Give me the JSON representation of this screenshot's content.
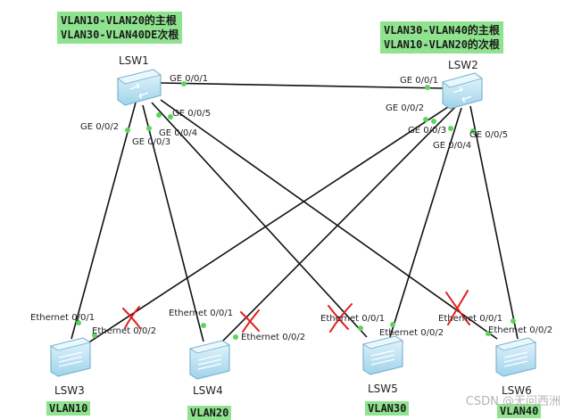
{
  "notes": {
    "lsw1_line1": "VLAN10-VLAN20的主根",
    "lsw1_line2": "VLAN30-VLAN40DE次根",
    "lsw2_line1": "VLAN30-VLAN40的主根",
    "lsw2_line2": "VLAN10-VLAN20的次根"
  },
  "core_switches": [
    {
      "name": "LSW1"
    },
    {
      "name": "LSW2"
    }
  ],
  "access_switches": [
    {
      "name": "LSW3",
      "vlan": "VLAN10"
    },
    {
      "name": "LSW4",
      "vlan": "VLAN20"
    },
    {
      "name": "LSW5",
      "vlan": "VLAN30"
    },
    {
      "name": "LSW6",
      "vlan": "VLAN40"
    }
  ],
  "ports": {
    "lsw1_ge1": "GE 0/0/1",
    "lsw1_ge2": "GE 0/0/2",
    "lsw1_ge3": "GE 0/0/3",
    "lsw1_ge4": "GE 0/0/4",
    "lsw1_ge5": "GE 0/0/5",
    "lsw2_ge1": "GE 0/0/1",
    "lsw2_ge2": "GE 0/0/2",
    "lsw2_ge3": "GE 0/0/3",
    "lsw2_ge4": "GE 0/0/4",
    "lsw2_ge5": "GE 0/0/5",
    "lsw3_e1": "Ethernet 0/0/1",
    "lsw3_e2": "Ethernet 0/0/2",
    "lsw4_e1": "Ethernet 0/0/1",
    "lsw4_e2": "Ethernet 0/0/2",
    "lsw5_e1": "Ethernet 0/0/1",
    "lsw5_e2": "Ethernet 0/0/2",
    "lsw6_e1": "Ethernet 0/0/1",
    "lsw6_e2": "Ethernet 0/0/2"
  },
  "blocked_ports": [
    "LSW3 Ethernet 0/0/2",
    "LSW4 Ethernet 0/0/2",
    "LSW5 Ethernet 0/0/1",
    "LSW6 Ethernet 0/0/1"
  ],
  "colors": {
    "link": "#111111",
    "port_dot": "#5bd65b",
    "note_bg": "#8fe38f",
    "block_mark": "#e02020",
    "switch_fill": "#bfe7f7",
    "switch_edge": "#6fa9c9"
  },
  "watermark": "CSDN @无问西洲"
}
